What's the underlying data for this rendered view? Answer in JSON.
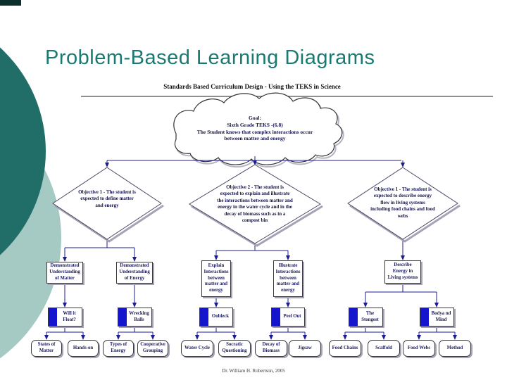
{
  "slide": {
    "title": "Problem-Based Learning Diagrams",
    "footer": "Dr. William H. Robertson, 2005"
  },
  "diagram": {
    "header": "Standards Based Curriculum Design - Using the TEKS in Science",
    "goal": "Goal:\nSixth Grade TEKS -(6.8)\nThe Student knows that complex interactions occur\nbetween matter and energy",
    "columns": [
      {
        "objective": "Objective 1 - The student is\nexpected to define matter\nand energy",
        "branches": [
          {
            "outcome": "Demonstrated\nUnderstanding\nof Matter",
            "activity": "Will it\nFloat?",
            "leaves": [
              "States of\nMatter",
              "Hands-on"
            ]
          },
          {
            "outcome": "Demonstrated\nUnderstanding\nof Energy",
            "activity": "Wrecking\nBalls",
            "leaves": [
              "Types of\nEnergy",
              "Cooperative\nGrouping"
            ]
          }
        ]
      },
      {
        "objective": "Objective 2 - The student is\nexpected to explain and illustrate\nthe interactions between matter and\nenergy in the water cycle and in the\ndecay of biomass such as in a\ncompost bin",
        "branches": [
          {
            "outcome": "Explain\nInteractions\nbetween\nmatter and\nenergy",
            "activity": "Oobleck",
            "leaves": [
              "Water Cycle",
              "Socratic\nQuestioning"
            ]
          },
          {
            "outcome": "Illustrate\nInteractions\nbetween\nmatter and\nenergy",
            "activity": "Peel Out",
            "leaves": [
              "Decay of\nBiomass",
              "Jigsaw"
            ]
          }
        ]
      },
      {
        "objective": "Objective 1 - The student is\nexpected to describe energy\nflow in living systems\nincluding food chains and food\nwebs",
        "outcome": "Describe\nEnergy in\nLiving systems",
        "branches": [
          {
            "activity": "The\nStongest",
            "leaves": [
              "Food Chains",
              "Scaffold"
            ]
          },
          {
            "activity": "Bodya nd\nMind",
            "leaves": [
              "Food Webs",
              "Method"
            ]
          }
        ]
      }
    ]
  },
  "colors": {
    "title_teal": "#1a7a71",
    "dark_circle": "#206e67",
    "light_circle": "#a5c9c3",
    "connector_navy": "#1c1c96",
    "text_navy": "#1b1b5e",
    "activity_marker_blue": "#1515cd",
    "shadow_gray": "#a7a1b5"
  },
  "icons": {
    "activity_marker": "blue-square"
  }
}
